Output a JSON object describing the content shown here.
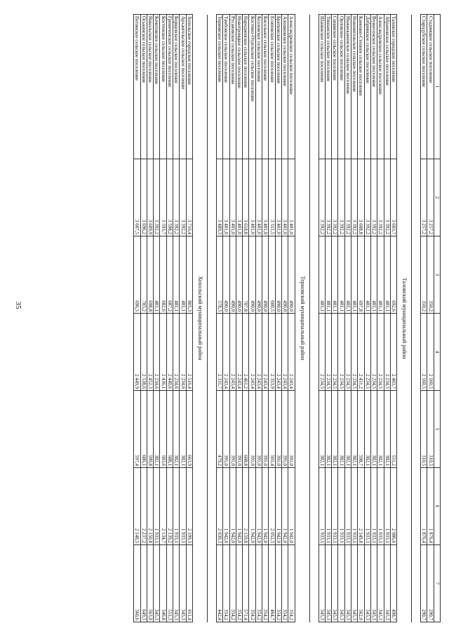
{
  "page": {
    "number": "35"
  },
  "headers": [
    "1",
    "2",
    "3",
    "4",
    "5",
    "6",
    "7"
  ],
  "sections": [
    {
      "title": "",
      "rows": [
        [
          "Стадницкое сельское поселение",
          "3 257,2",
          "350,2",
          "2 160,5",
          "310,5",
          "1 876,4",
          "290,7"
        ],
        [
          "Стародубское сельское поселение",
          "3 257,2",
          "350,2",
          "2 160,5",
          "310,5",
          "1 876,4",
          "290,7"
        ]
      ]
    },
    {
      "title": "Таловский муниципальный район",
      "rows": [
        [
          "Таловское городское поселение",
          "3 603,7",
          "692,6",
          "2 403,7",
          "551,2",
          "2 086,6",
          "498,7"
        ],
        [
          "Абрамовское сельское поселение",
          "3 392,2",
          "481,1",
          "2 234,5",
          "382,1",
          "1 933,1",
          "345,3"
        ],
        [
          "Александровское сельское поселение",
          "3 392,2",
          "481,1",
          "2 234,5",
          "382,1",
          "1 933,1",
          "345,3"
        ],
        [
          "Вознесенское сельское поселение",
          "3 392,2",
          "481,1",
          "2 234,5",
          "382,1",
          "1 933,1",
          "345,3"
        ],
        [
          "Добринское сельское поселение",
          "3 392,2",
          "481,1",
          "2 234,5",
          "382,1",
          "1 933,1",
          "345,3"
        ],
        [
          "Каменно-Степное сельское поселение",
          "3 608,8",
          "697,8",
          "2 451,2",
          "598,7",
          "2 149,8",
          "562,0"
        ],
        [
          "Новочигольское сельское поселение",
          "3 392,2",
          "481,1",
          "2 234,5",
          "382,1",
          "1 933,1",
          "345,3"
        ],
        [
          "Нижнекаменское сельское поселение",
          "3 392,2",
          "481,1",
          "2 234,5",
          "382,1",
          "1 933,1",
          "345,3"
        ],
        [
          "Орловское сельское поселение",
          "3 392,2",
          "481,1",
          "2 234,5",
          "382,1",
          "1 933,1",
          "345,3"
        ],
        [
          "Синявское сельское поселение",
          "3 392,2",
          "481,1",
          "2 234,5",
          "382,1",
          "1 933,1",
          "345,3"
        ],
        [
          "Тишанское сельское поселение",
          "3 392,2",
          "481,1",
          "2 234,5",
          "382,1",
          "1 933,1",
          "345,3"
        ],
        [
          "Шанинское сельское поселение",
          "3 392,2",
          "481,1",
          "2 234,5",
          "382,1",
          "1 933,1",
          "345,3"
        ]
      ]
    },
    {
      "title": "Терновский муниципальный район",
      "rows": [
        [
          "Александровское сельское поселение",
          "3 401,0",
          "490,0",
          "2 243,4",
          "391,0",
          "1 942,0",
          "354,2"
        ],
        [
          "Алешковское сельское поселение",
          "3 401,0",
          "490,0",
          "2 243,4",
          "391,0",
          "1 942,0",
          "354,2"
        ],
        [
          "Братковское сельское поселение",
          "3 401,0",
          "490,0",
          "2 243,4",
          "391,0",
          "1 942,0",
          "354,2"
        ],
        [
          "Есиповское сельское поселение",
          "3 511,5",
          "600,5",
          "2 353,9",
          "501,4",
          "2 052,5",
          "464,7"
        ],
        [
          "Кисельное сельское поселение",
          "3 401,0",
          "490,0",
          "2 243,4",
          "391,0",
          "1 942,0",
          "354,2"
        ],
        [
          "Козловское сельское поселение",
          "3 401,0",
          "490,0",
          "2 243,4",
          "391,0",
          "1 942,0",
          "354,2"
        ],
        [
          "Костино-Отдельское сельское поселение",
          "3 401,0",
          "490,0",
          "2 243,4",
          "391,0",
          "1 942,0",
          "354,2"
        ],
        [
          "Народненское сельское поселение",
          "3 618,8",
          "707,8",
          "2 461,2",
          "608,8",
          "2 159,8",
          "571,4"
        ],
        [
          "Новотроицкое сельское поселение",
          "3 401,0",
          "490,0",
          "2 243,4",
          "391,0",
          "1 942,0",
          "354,2"
        ],
        [
          "Русановское сельское поселение",
          "3 401,0",
          "490,0",
          "2 243,4",
          "391,0",
          "1 942,0",
          "354,2"
        ],
        [
          "Тамбовское сельское поселение",
          "3 401,0",
          "490,0",
          "2 243,4",
          "391,0",
          "1 942,0",
          "354,2"
        ],
        [
          "Терновское сельское поселение",
          "3 489,3",
          "578,3",
          "2 331,7",
          "479,2",
          "2 030,3",
          "442,4"
        ]
      ]
    },
    {
      "title": "Хохольский муниципальный район",
      "rows": [
        [
          "Хохольское городское поселение",
          "3 716,4",
          "805,3",
          "2 516,4",
          "663,9",
          "2 199,3",
          "611,4"
        ],
        [
          "Архангельское сельское поселение",
          "3 392,2",
          "481,1",
          "2 234,6",
          "382,1",
          "1 933,1",
          "345,3"
        ],
        [
          "Борщевское сельское поселение",
          "3 392,2",
          "481,1",
          "2 234,6",
          "382,1",
          "1 933,1",
          "345,3"
        ],
        [
          "Гремяченское сельское поселение",
          "3 598,2",
          "687,2",
          "2 440,6",
          "588,1",
          "2 139,2",
          "551,3"
        ],
        [
          "Костенское сельское поселение",
          "3 593,7",
          "682,6",
          "2 436,1",
          "583,6",
          "2 134,7",
          "546,8"
        ],
        [
          "Кочетовское сельское поселение",
          "3 392,2",
          "481,1",
          "2 234,6",
          "382,1",
          "1 933,1",
          "345,3"
        ],
        [
          "Никольское сельское поселение",
          "3 609,9",
          "698,8",
          "2 452,3",
          "599,8",
          "2 150,8",
          "563,0"
        ],
        [
          "Оськинское сельское поселение",
          "3 696,2",
          "785,2",
          "2 538,6",
          "686,1",
          "2 237,2",
          "649,3"
        ],
        [
          "Петинское сельское поселение",
          "3 607,5",
          "696,5",
          "2 449,9",
          "597,4",
          "2 148,5",
          "560,6"
        ]
      ]
    }
  ]
}
